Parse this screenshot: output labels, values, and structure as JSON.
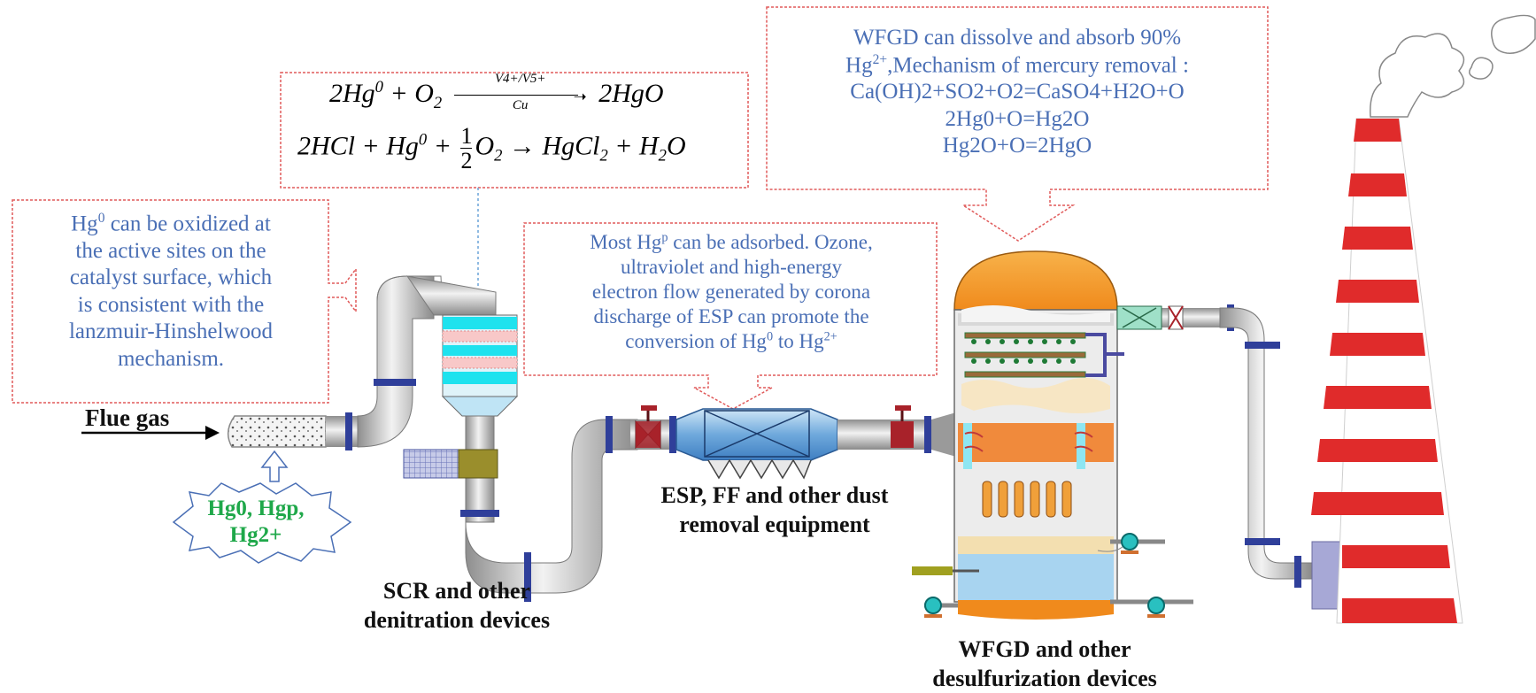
{
  "callouts": {
    "hg0_oxidation": {
      "line1": "Hg",
      "line1_sup": "0",
      "line1_rest": " can be oxidized at",
      "line2": "the active sites on the",
      "line3": "catalyst surface, which",
      "line4": "is consistent with the",
      "line5": "lanzmuir-Hinshelwood",
      "line6": "mechanism."
    },
    "esp_note": {
      "line1_a": "Most Hg",
      "line1_sup": "p",
      "line1_b": " can be adsorbed. Ozone,",
      "line2": "ultraviolet and high-energy",
      "line3": "electron flow generated by corona",
      "line4": "discharge of  ESP can promote the",
      "line5_a": "conversion of Hg",
      "line5_sup1": "0",
      "line5_b": " to Hg",
      "line5_sup2": "2+"
    },
    "wfgd_note": {
      "line1": "WFGD can dissolve and absorb 90%",
      "line2_a": "Hg",
      "line2_sup": "2+",
      "line2_b": ",Mechanism of mercury removal :",
      "line3": "Ca(OH)2+SO2+O2=CaSO4+H2O+O",
      "line4": "2Hg0+O=Hg2O",
      "line5": "Hg2O+O=2HgO"
    }
  },
  "equations": {
    "eq1": {
      "lhs": "2Hg",
      "lhs_sup": "0",
      "mid": " + O",
      "mid_sub": "2",
      "catalyst_top": "V4+/V5+",
      "catalyst_bottom": "Cu",
      "rhs": "2HgO"
    },
    "eq2": {
      "a": "2HCl + Hg",
      "a_sup": "0",
      "b": " + ",
      "frac_num": "1",
      "frac_den": "2",
      "c": "O",
      "c_sub": "2",
      "d": " → HgCl",
      "d_sub": "2",
      "e": " + H",
      "e_sub": "2",
      "f": "O"
    }
  },
  "labels": {
    "flue_gas": "Flue gas",
    "species_line1": "Hg0, Hgp,",
    "species_line2": "Hg2+",
    "scr_line1": "SCR and other",
    "scr_line2": "denitration devices",
    "esp_line1": "ESP, FF and other dust",
    "esp_line2": "removal equipment",
    "wfgd_line1": "WFGD and other",
    "wfgd_line2": "desulfurization devices"
  },
  "colors": {
    "callout_border": "#e05a5a",
    "callout_text": "#4a6fb5",
    "species_text": "#1fa84a",
    "pipe": "#b9b9b9",
    "stack_red": "#e02b2b",
    "tower_orange": "#f4a235",
    "flange_blue": "#2f3f9a",
    "valve_red": "#a8222a"
  },
  "icons": [
    "arrow-right-icon",
    "valve-icon",
    "pump-icon",
    "smoke-icon"
  ]
}
